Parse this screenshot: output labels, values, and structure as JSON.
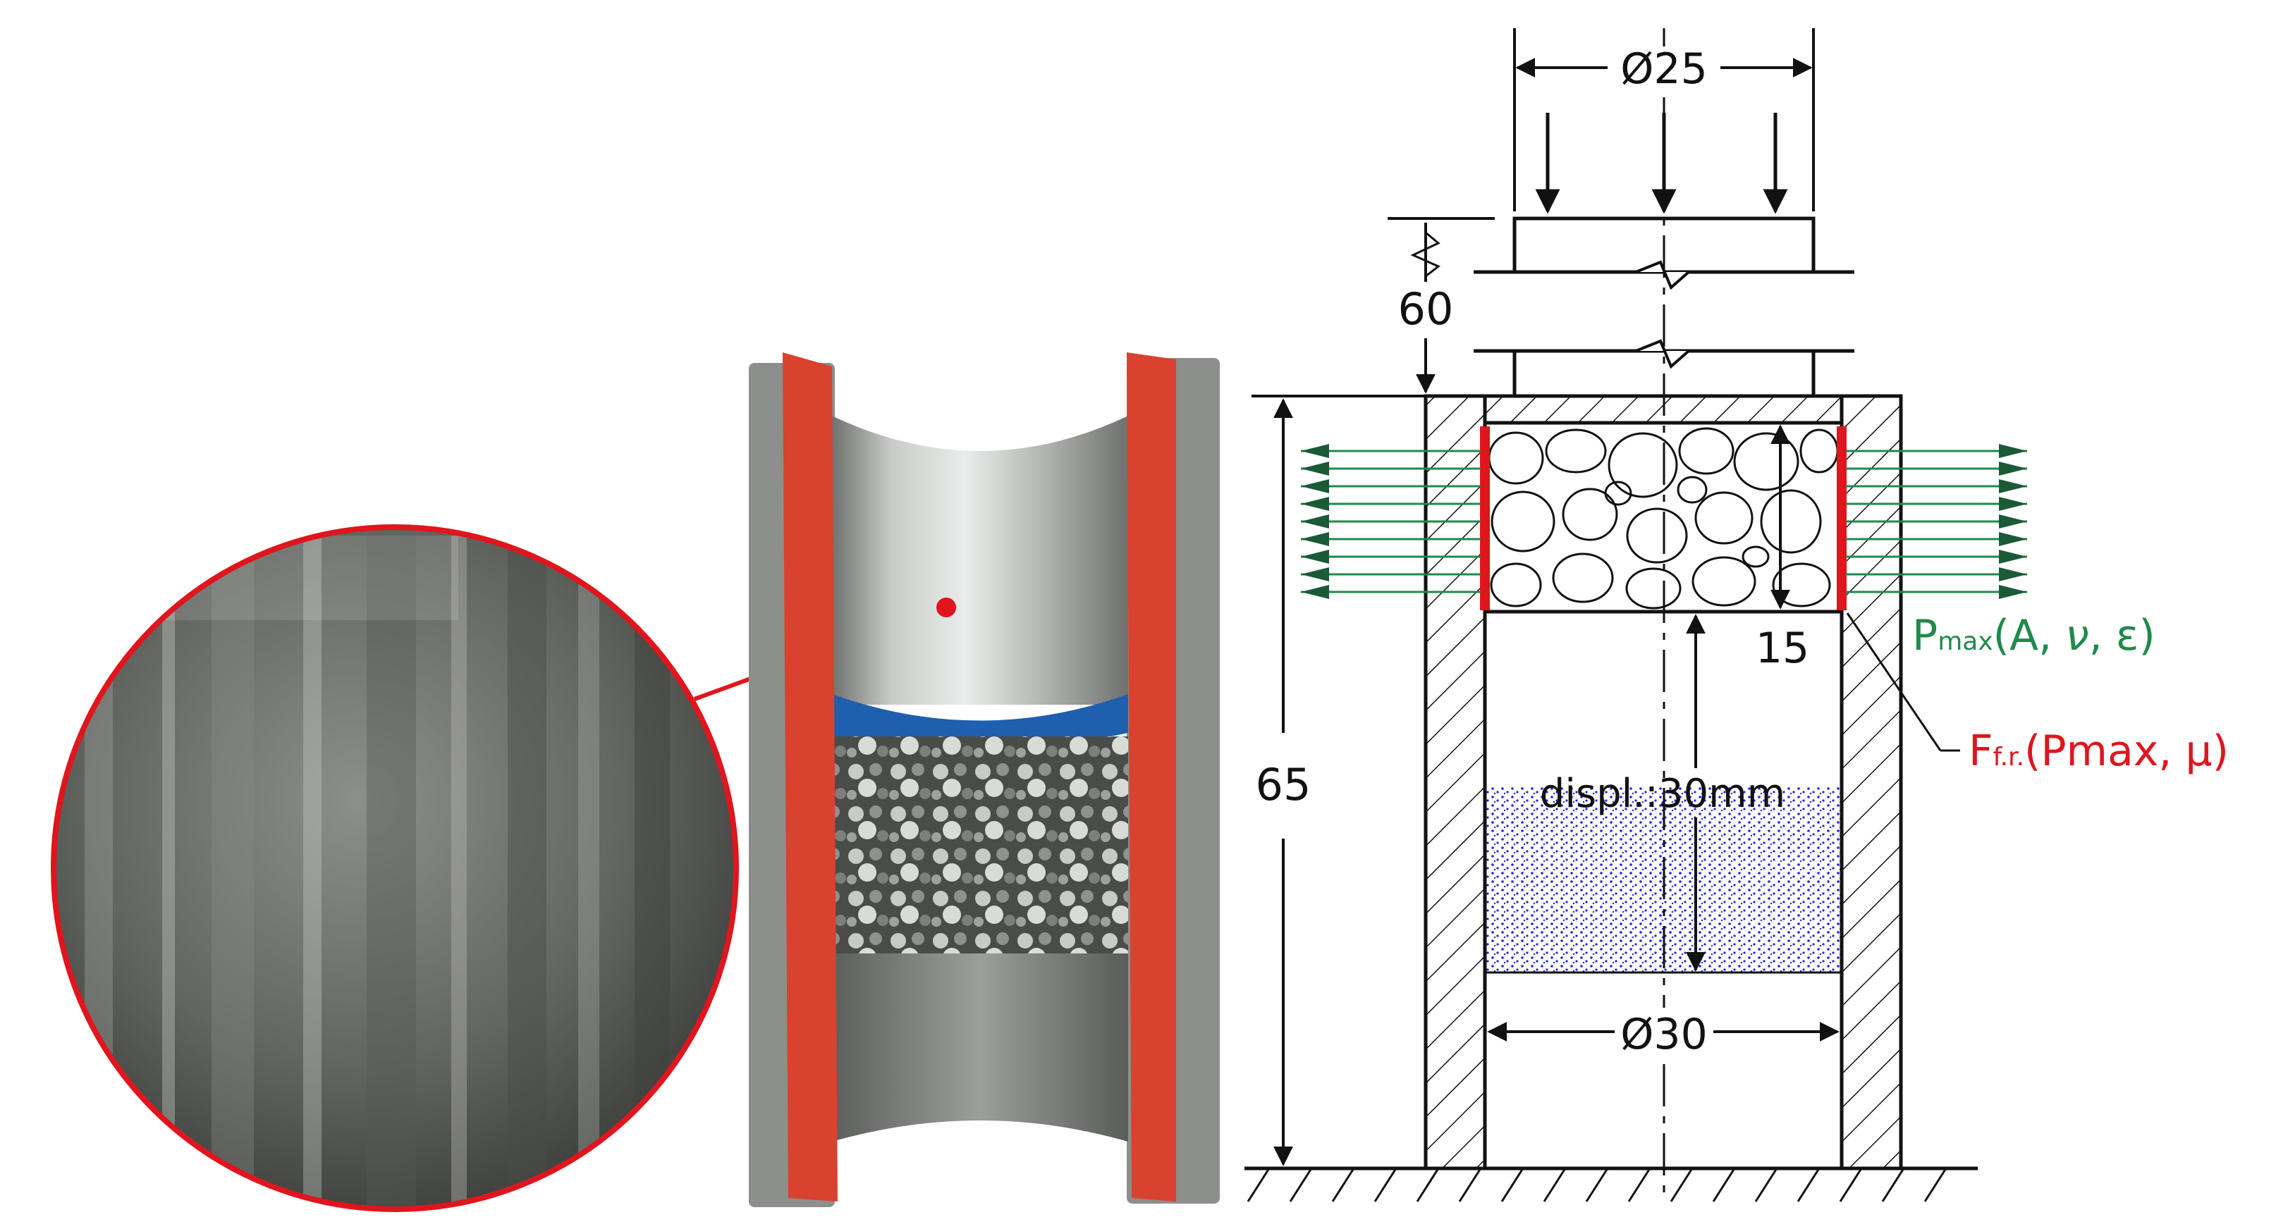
{
  "photo": {
    "zoom_note": "",
    "colors": {
      "red_marking": "#d8422f",
      "blue_insert": "#1f5fb0",
      "metal": "#a8aaa8",
      "zoom_border": "#e0151d"
    }
  },
  "drawing": {
    "dim_top_diameter": "Ø25",
    "dim_60": "60",
    "dim_65": "65",
    "dim_15": "15",
    "dim_bottom_diameter": "Ø30",
    "displacement_label": "displ.:30mm",
    "pressure_label": {
      "main": "P",
      "sub": "max",
      "rest": "(A, ",
      "nu": "ν",
      "rest2": ", ε)"
    },
    "friction_label": {
      "main": "F",
      "sub": "f.r.",
      "rest": "(Pmax, μ)"
    },
    "colors": {
      "pressure": "#1f8a4c",
      "friction": "#e0151d",
      "displacement": "#2424d8",
      "lines": "#111111"
    }
  }
}
